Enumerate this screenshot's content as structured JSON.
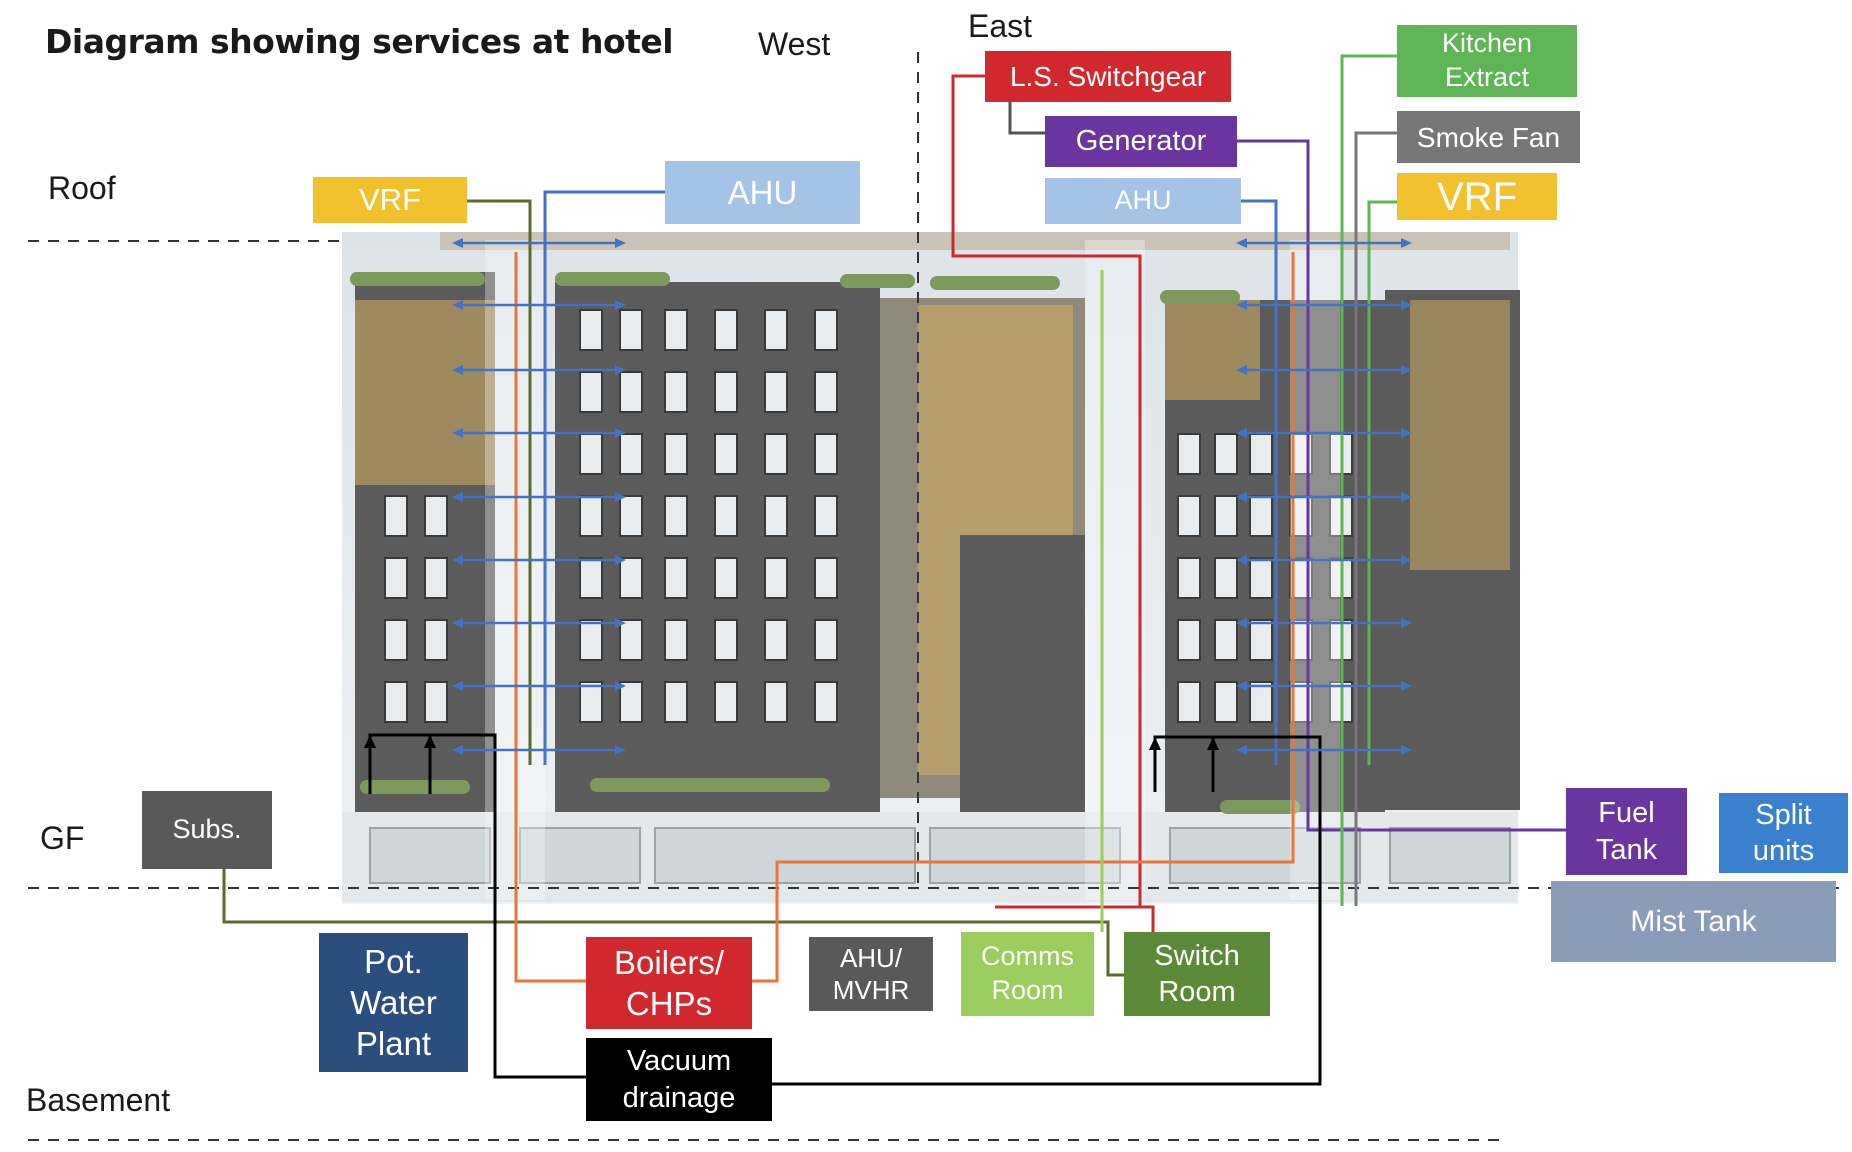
{
  "title": "Diagram showing services at hotel",
  "levels": {
    "roof": "Roof",
    "ground": "GF",
    "basement": "Basement"
  },
  "directions": {
    "west": "West",
    "east": "East"
  },
  "boxes": {
    "vrf_west": "VRF",
    "ahu_west": "AHU",
    "ls_switchgear": "L.S. Switchgear",
    "generator": "Generator",
    "ahu_east": "AHU",
    "kitchen_extract": "Kitchen\nExtract",
    "smoke_fan": "Smoke Fan",
    "vrf_east": "VRF",
    "subs": "Subs.",
    "fuel_tank": "Fuel\nTank",
    "split_units": "Split\nunits",
    "pot_water_plant": "Pot.\nWater\nPlant",
    "boilers_chps": "Boilers/\nCHPs",
    "ahu_mvhr": "AHU/\nMVHR",
    "comms_room": "Comms\nRoom",
    "switch_room": "Switch\nRoom",
    "mist_tank": "Mist Tank",
    "vacuum_drainage": "Vacuum\ndrainage"
  },
  "colors": {
    "vrf": "#f2c12e",
    "ahu": "#a3c4e6",
    "red": "#d0282c",
    "purple": "#6b35a0",
    "green": "#5fb456",
    "grey": "#777777",
    "dark_grey": "#595959",
    "navy": "#2a4f7f",
    "blue_split": "#3b7fcf",
    "comms": "#9bcc5e",
    "switch": "#5a8a38",
    "mist": "#8a9db8",
    "black": "#000000",
    "orange": "#e8763a",
    "olive": "#5a6b2a",
    "facade": "#5b5b5b",
    "timber": "#d7b15e"
  }
}
